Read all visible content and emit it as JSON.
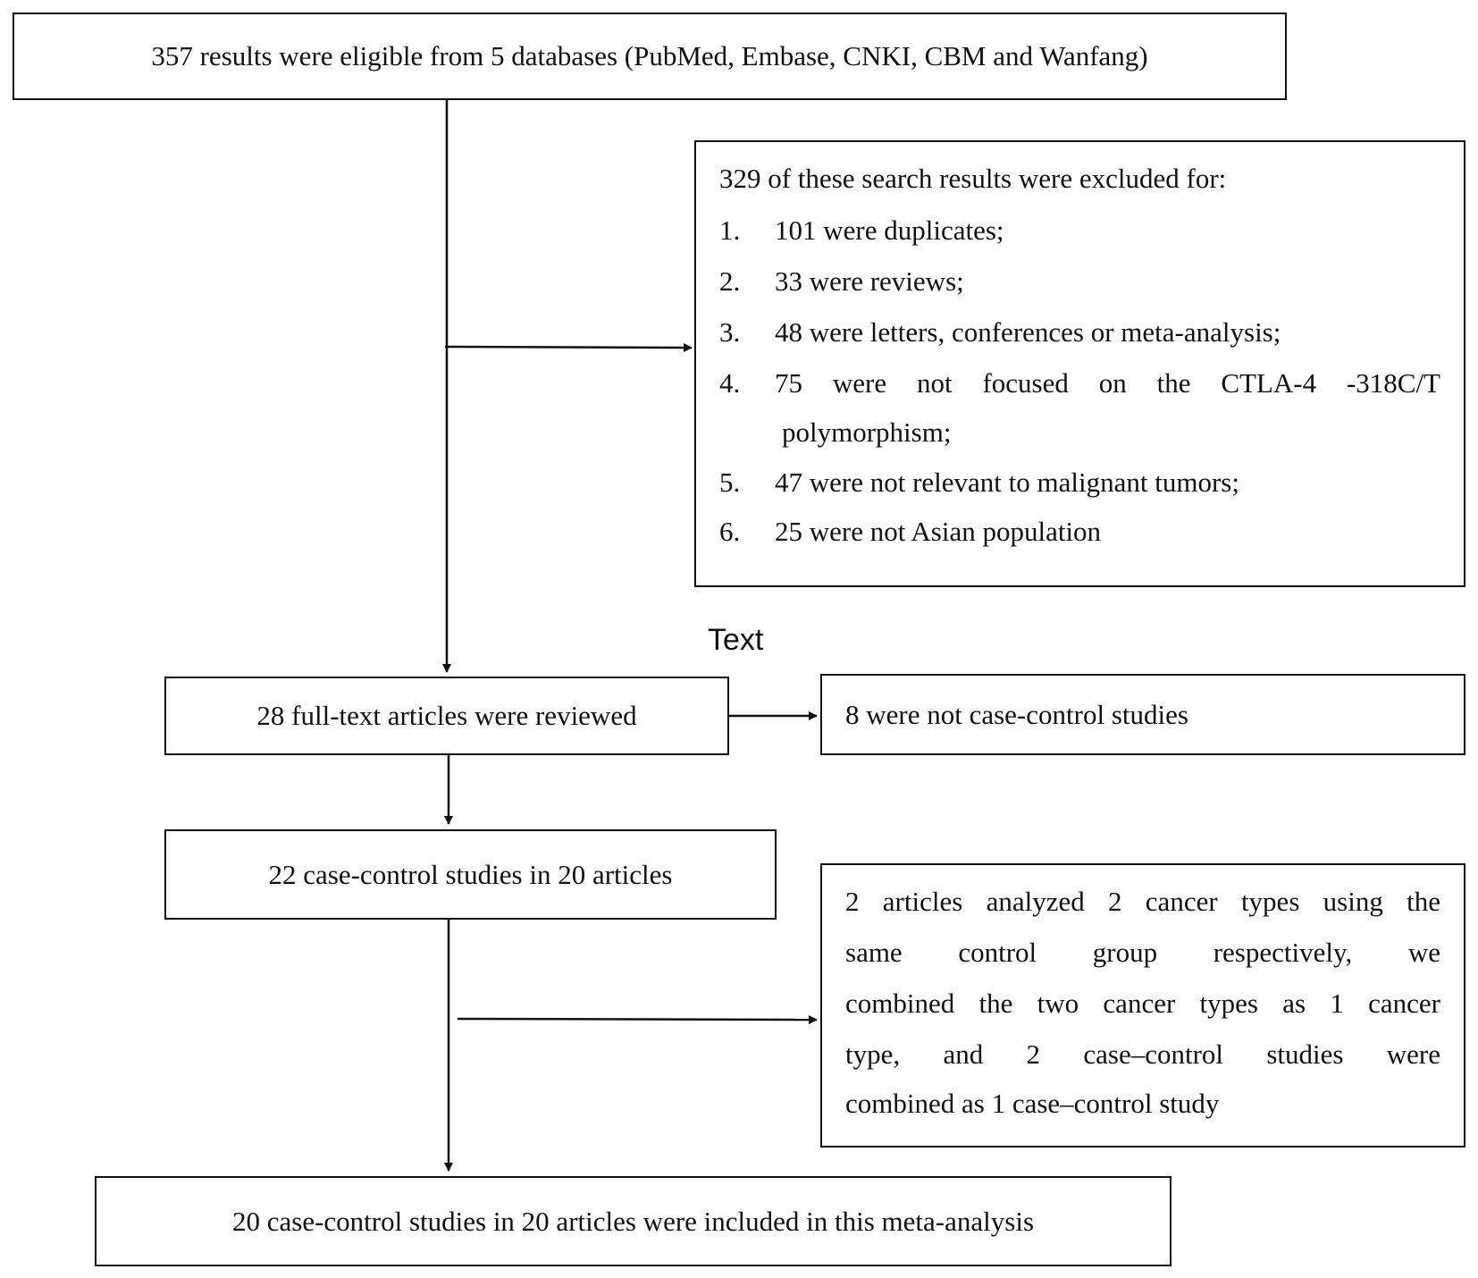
{
  "flowchart": {
    "box_top": "357 results were eligible  from 5 databases (PubMed, Embase, CNKI, CBM and Wanfang)",
    "exclusion": {
      "title": "329 of these search results were excluded for:",
      "items": [
        {
          "num": "1.",
          "text": "101 were duplicates;"
        },
        {
          "num": "2.",
          "text": "33 were reviews;"
        },
        {
          "num": "3.",
          "text": "48 were letters,  conferences or meta-analysis;"
        },
        {
          "num": "4.",
          "text": "75  were  not  focused  on  the  CTLA-4  -318C/T",
          "cont": "polymorphism;"
        },
        {
          "num": "5.",
          "text": "47 were not relevant to malignant tumors;"
        },
        {
          "num": "6.",
          "text": "25 were not Asian population"
        }
      ]
    },
    "floating_label": "Text",
    "box_fulltext": "28 full-text articles were reviewed",
    "box_not_case": "8 were not case-control studies",
    "box_case_control": "22 case-control studies in 20 articles",
    "note_lines": [
      "2 articles analyzed 2 cancer types using the",
      "same control group respectively, we",
      "combined the two cancer types as 1 cancer",
      "type, and 2 case–control studies were",
      "combined as 1 case–control study"
    ],
    "box_final": "20 case-control studies in 20 articles were included in this meta-analysis"
  }
}
